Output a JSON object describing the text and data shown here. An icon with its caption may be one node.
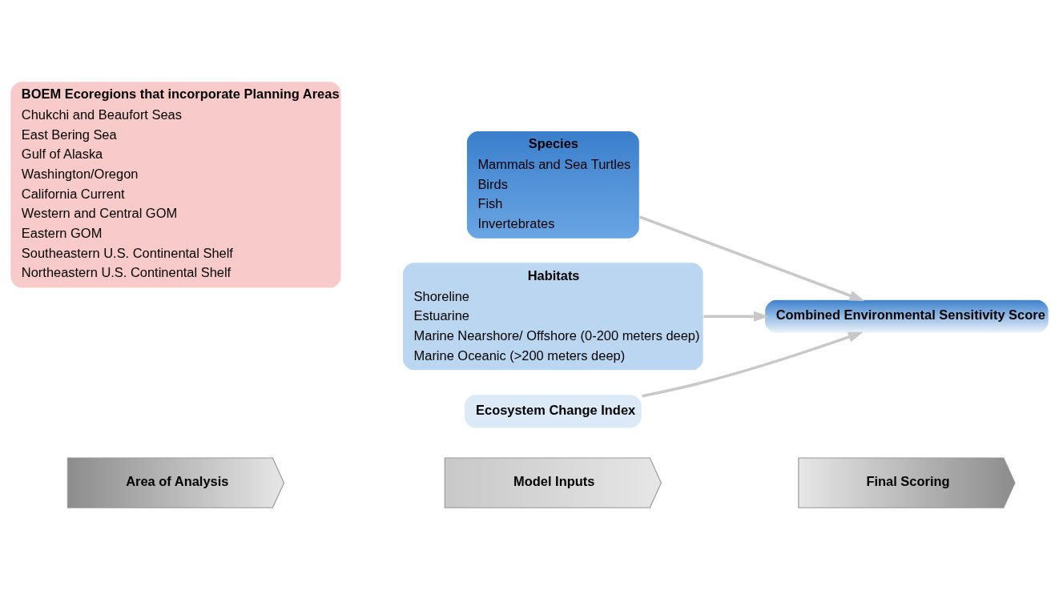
{
  "diagram": {
    "nodes": [
      {
        "text": [
          "Area of Analysis"
        ]
      },
      {
        "text": [
          "Model Inputs"
        ]
      },
      {
        "text": [
          "Final Scoring"
        ]
      },
      {
        "text": [
          "BOEM Ecoregions that incorporate Planning Areas",
          "Chukchi and Beaufort Seas",
          "East Bering Sea",
          "Gulf of Alaska",
          "Washington/Oregon",
          "California Current",
          "Western and Central GOM",
          "Eastern GOM",
          "Southeastern U.S. Continental Shelf",
          "Northeastern U.S. Continental Shelf"
        ]
      },
      {
        "text": [
          "Species",
          "Mammals and Sea Turtles",
          "Birds",
          "Fish",
          "Invertebrates"
        ]
      },
      {
        "text": [
          "Habitats",
          "Shoreline",
          "Estuarine",
          "Marine Nearshore/ Offshore (0-200 meters deep)",
          "Marine Oceanic (>200 meters deep)"
        ]
      },
      {
        "text": [
          "Ecosystem Change Index"
        ]
      },
      {
        "text": [
          "Combined Environmental Sensitivity Score"
        ]
      }
    ],
    "edges": [
      {
        "from": 4,
        "to": 7,
        "arrow": "to"
      },
      {
        "from": 5,
        "to": 7,
        "arrow": "to"
      },
      {
        "from": 6,
        "to": 7,
        "arrow": "to"
      }
    ]
  }
}
